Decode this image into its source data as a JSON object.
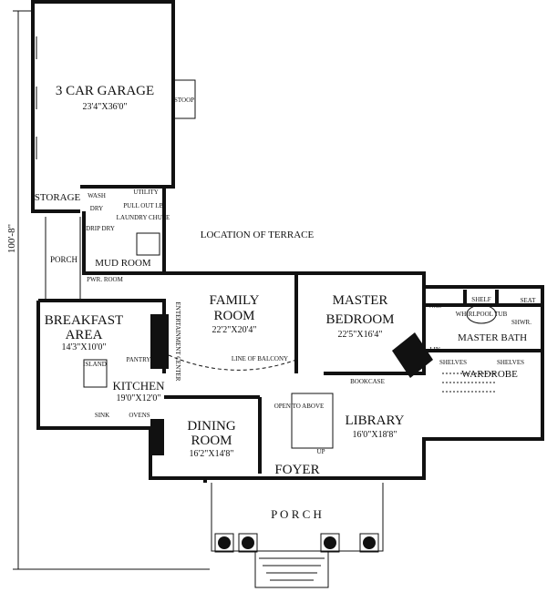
{
  "overall_dimension": "100'-8\"",
  "rooms": {
    "garage": {
      "name": "3 CAR GARAGE",
      "size": "23'4\"X36'0\""
    },
    "stoop": "STOOP",
    "storage": "STORAGE",
    "utility": "UTILITY",
    "wash": "WASH",
    "dry": "DRY",
    "drip_dry": "DRIP DRY",
    "pull_out_lb": "PULL OUT I.B.",
    "laundry_chute": "LAUNDRY CHUTE",
    "side_porch": "PORCH",
    "mud_room": "MUD ROOM",
    "pwdr_room": "PWR. ROOM",
    "terrace": "LOCATION OF TERRACE",
    "breakfast": {
      "name_line1": "BREAKFAST",
      "name_line2": "AREA",
      "size": "14'3\"X10'0\""
    },
    "kitchen": {
      "name": "KITCHEN",
      "size": "19'0\"X12'0\""
    },
    "island": "ISLAND",
    "pantry": "PANTRY",
    "sink": "SINK",
    "ovens": "OVENS",
    "entertainment": "ENTERTAINMENT CENTER",
    "family": {
      "name_line1": "FAMILY",
      "name_line2": "ROOM",
      "size": "22'2\"X20'4\""
    },
    "line_of_balcony": "LINE OF BALCONY",
    "master_bedroom": {
      "name_line1": "MASTER",
      "name_line2": "BEDROOM",
      "size": "22'5\"X16'4\""
    },
    "master_bath": "MASTER BATH",
    "wc": "W.C.",
    "whirlpool": "WHIRLPOOL TUB",
    "shelf": "SHELF",
    "seat": "SEAT",
    "shower": "SHWR.",
    "lin": "LIN.",
    "shelves": "SHELVES",
    "wardrobe": "WARDROBE",
    "bookcase": "BOOKCASE",
    "dining": {
      "name_line1": "DINING",
      "name_line2": "ROOM",
      "size": "16'2\"X14'8\""
    },
    "library": {
      "name": "LIBRARY",
      "size": "16'0\"X18'8\""
    },
    "open_to_above": "OPEN TO ABOVE",
    "up": "UP",
    "foyer": "FOYER",
    "front_porch": "P O R C H"
  }
}
